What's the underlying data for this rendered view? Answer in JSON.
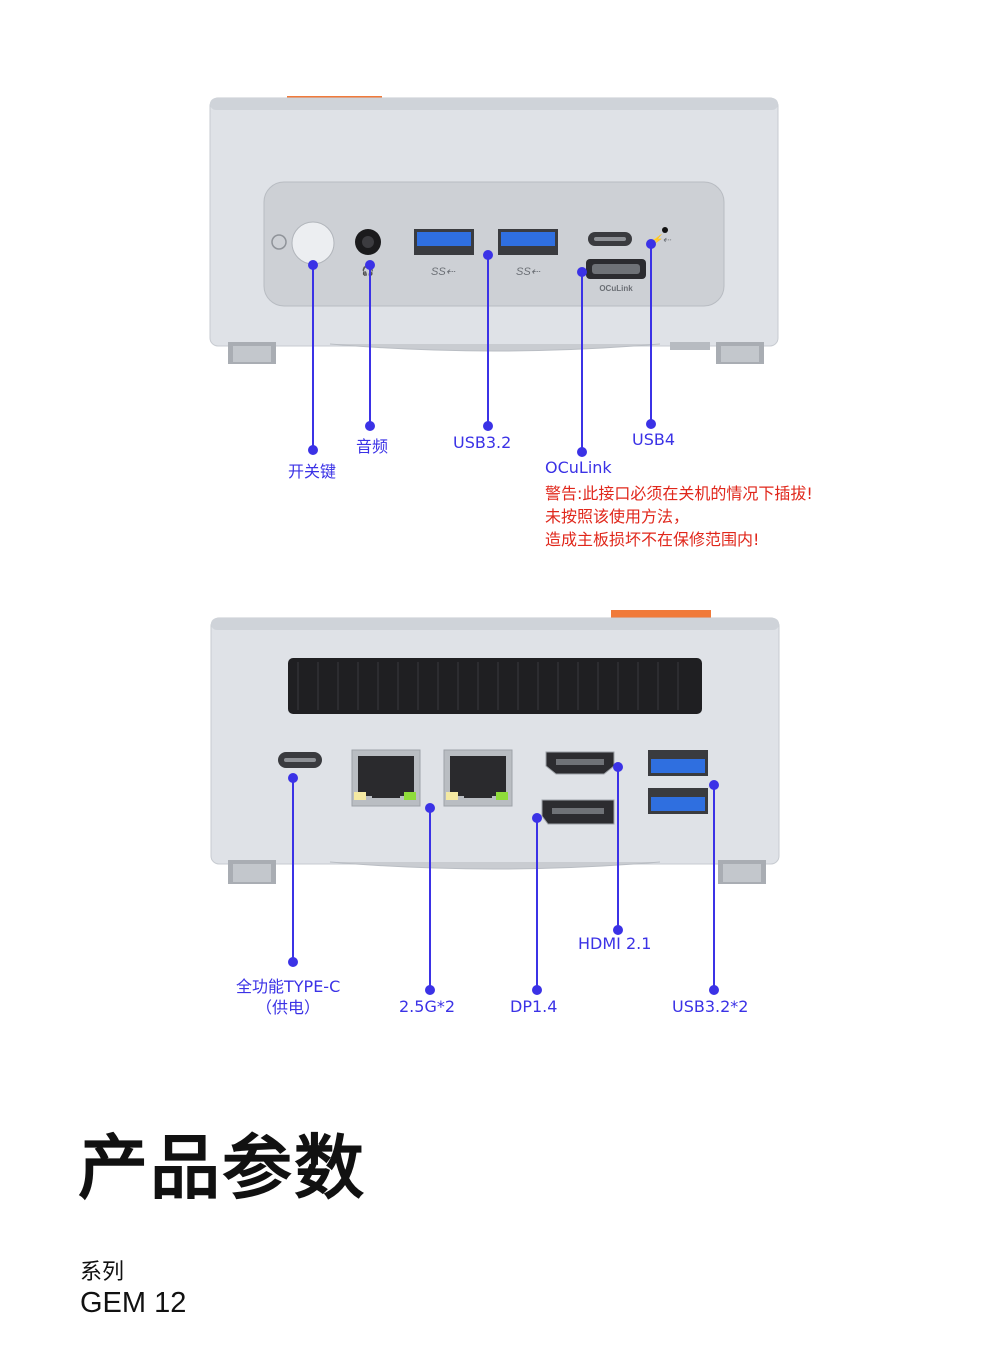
{
  "front": {
    "port_labels": {
      "power": "开关键",
      "audio": "音频",
      "usb32": "USB3.2",
      "usb4": "USB4",
      "oculink": "OCuLink"
    },
    "oculink_port_text": "OCuLink",
    "warning_lines": [
      "警告:此接口必须在关机的情况下插拔!",
      "未按照该使用方法，",
      "造成主板损坏不在保修范围内!"
    ]
  },
  "rear": {
    "port_labels": {
      "typec_line1": "全功能TYPE-C",
      "typec_line2": "（供电）",
      "lan": "2.5G*2",
      "dp": "DP1.4",
      "hdmi": "HDMI 2.1",
      "usb32": "USB3.2*2"
    }
  },
  "specs": {
    "heading": "产品参数",
    "series_label": "系列",
    "series_value": "GEM 12"
  },
  "colors": {
    "callout": "#3b32e6",
    "warning": "#e0271b",
    "chassis": "#dfe2e7",
    "accent_orange": "#f07a3a",
    "usb_blue": "#2f6fe0"
  }
}
